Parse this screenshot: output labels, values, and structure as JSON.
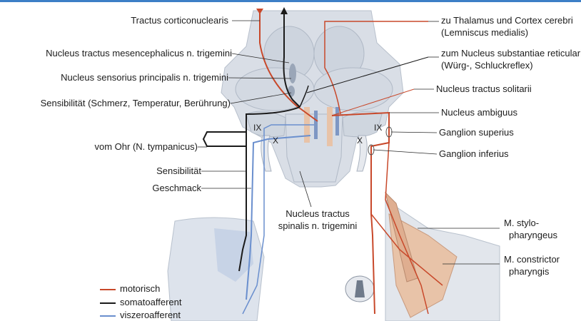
{
  "colors": {
    "motor": "#c8482a",
    "somatic": "#1a1a1a",
    "visceral": "#6a8fce",
    "tissue": "#d9dee6",
    "muscle": "#e8c3a8",
    "top_bar": "#3d7fc6"
  },
  "labels_left": {
    "tractus_corticonuclearis": "Tractus corticonuclearis",
    "nucleus_mesencephalicus": "Nucleus tractus mesencephalicus n. trigemini",
    "nucleus_sensorius": "Nucleus sensorius principalis n. trigemini",
    "sensibilitaet_schmerz": "Sensibilität (Schmerz, Temperatur, Berührung)",
    "vom_ohr": "vom Ohr (N. tympanicus)",
    "sensibilitaet": "Sensibilität",
    "geschmack": "Geschmack"
  },
  "labels_right": {
    "thalamus_line1": "zu Thalamus und Cortex cerebri",
    "thalamus_line2": "(Lemniscus medialis)",
    "reticularis_line1": "zum Nucleus substantiae reticularis",
    "reticularis_line2": "(Würg-, Schluckreflex)",
    "tractus_solitarii": "Nucleus tractus solitarii",
    "ambiguus": "Nucleus ambiguus",
    "ganglion_superius": "Ganglion superius",
    "ganglion_inferius": "Ganglion inferius",
    "stylo_line1": "M. stylo-",
    "stylo_line2": "pharyngeus",
    "constrictor_line1": "M. constrictor",
    "constrictor_line2": "pharyngis"
  },
  "labels_center": {
    "spinalis_line1": "Nucleus tractus",
    "spinalis_line2": "spinalis n. trigemini"
  },
  "nerve_marks": {
    "ix_left": "IX",
    "x_left": "X",
    "x_right": "X",
    "ix_right": "IX"
  },
  "legend": [
    {
      "label": "motorisch",
      "color": "#c8482a"
    },
    {
      "label": "somatoafferent",
      "color": "#1a1a1a"
    },
    {
      "label": "viszeroafferent",
      "color": "#6a8fce"
    }
  ]
}
